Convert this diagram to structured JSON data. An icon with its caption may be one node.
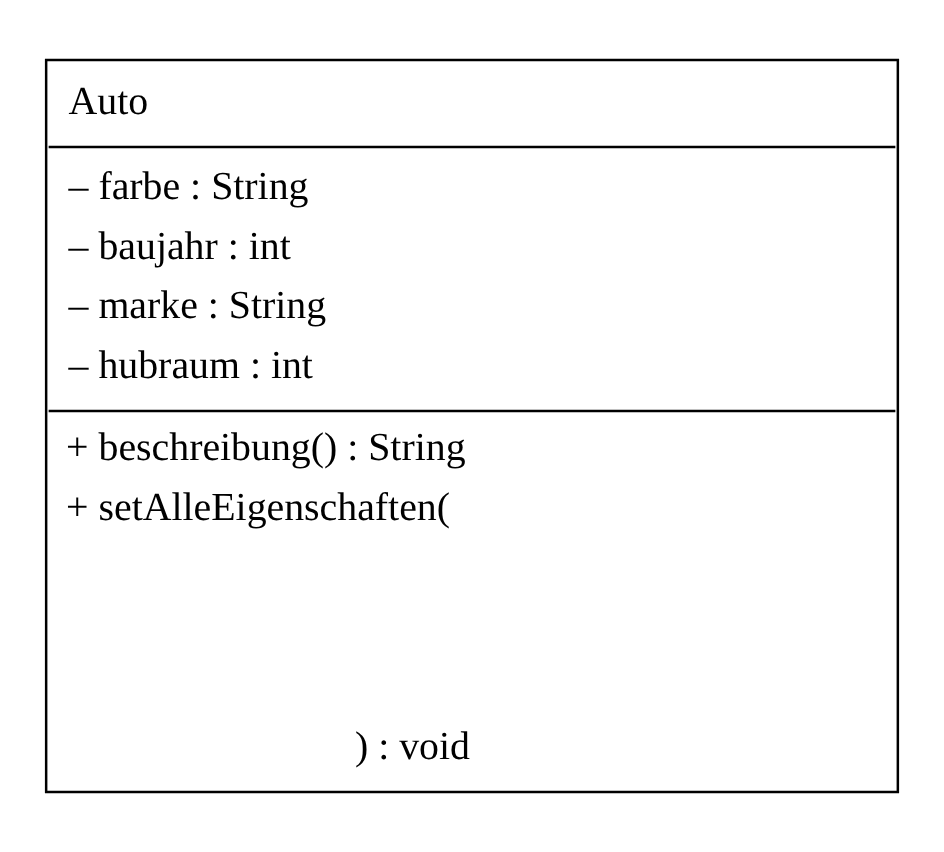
{
  "diagram": {
    "nodes": [
      {
        "text": [
          "Auto",
          "– farbe : String",
          "– baujahr : int",
          "– marke : String",
          "– hubraum : int",
          "+ beschreibung() : String",
          "+ setAlleEigenschaften(",
          ") : void"
        ]
      }
    ],
    "edges": []
  }
}
